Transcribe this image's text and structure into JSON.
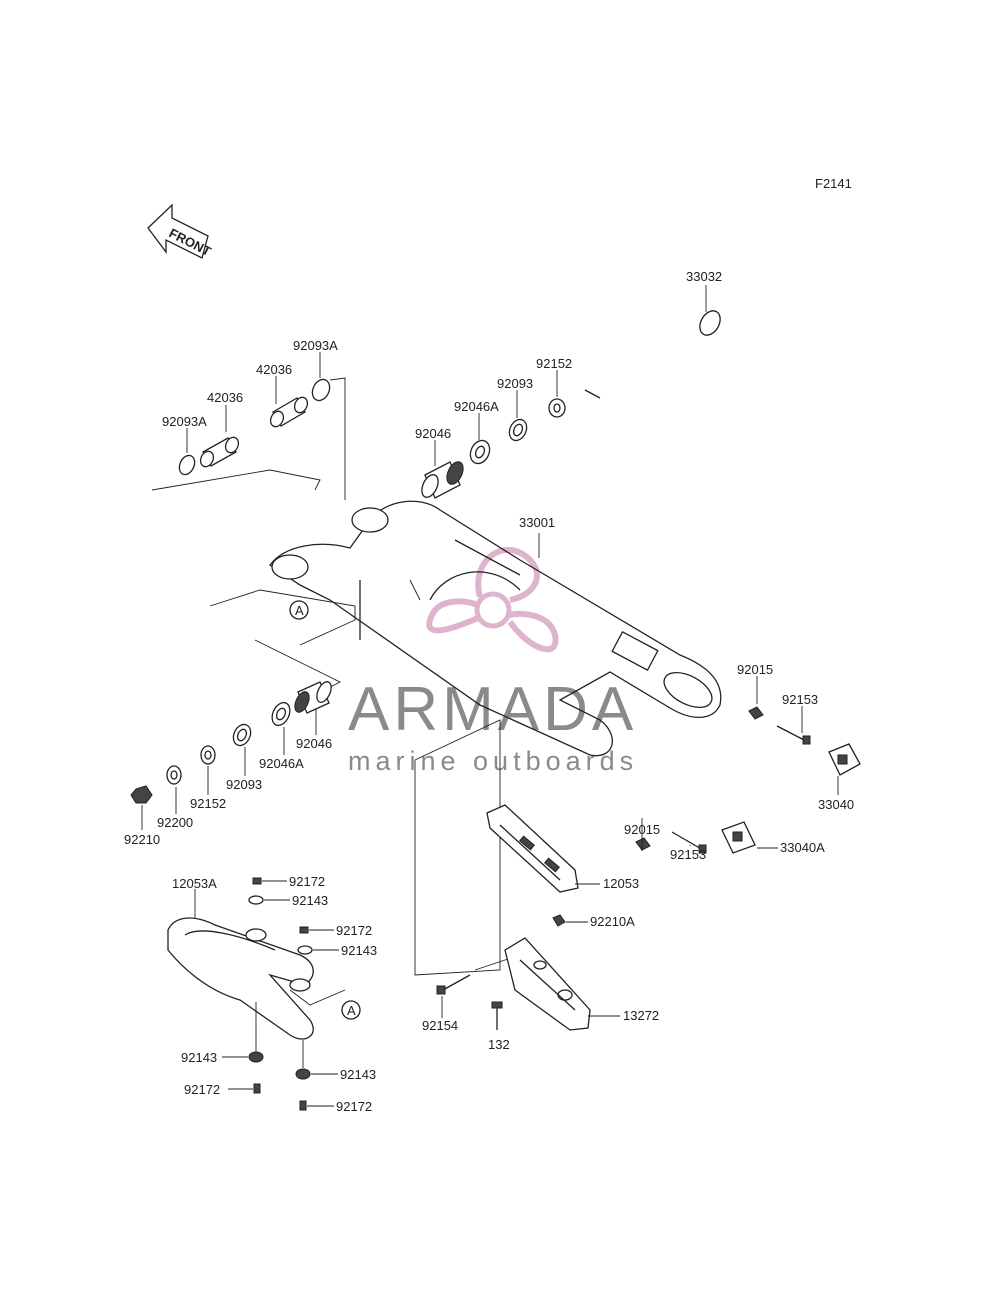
{
  "diagram_code": "F2141",
  "front_label": "FRONT",
  "ref_mark": "A",
  "watermark": {
    "title": "ARMADA",
    "subtitle": "marine outboards",
    "logo_color": "#d9a6c4"
  },
  "parts": {
    "p33032": "33032",
    "p92093A_top": "92093A",
    "p42036_a": "42036",
    "p42036_b": "42036",
    "p92093A_left": "92093A",
    "p92152_top": "92152",
    "p92093_top": "92093",
    "p92046A_top": "92046A",
    "p92046_top": "92046",
    "p33001": "33001",
    "p92015_right": "92015",
    "p92153_right": "92153",
    "p33040": "33040",
    "p92046_mid": "92046",
    "p92046A_mid": "92046A",
    "p92093_mid": "92093",
    "p92152_mid": "92152",
    "p92200": "92200",
    "p92210": "92210",
    "p92015_mid": "92015",
    "p92153_mid": "92153",
    "p33040A": "33040A",
    "p12053": "12053",
    "p12053A": "12053A",
    "p92172_1": "92172",
    "p92143_1": "92143",
    "p92172_2": "92172",
    "p92143_2": "92143",
    "p92210A": "92210A",
    "p13272": "13272",
    "p92154": "92154",
    "p132": "132",
    "p92143_3": "92143",
    "p92143_4": "92143",
    "p92172_3": "92172",
    "p92172_4": "92172"
  }
}
